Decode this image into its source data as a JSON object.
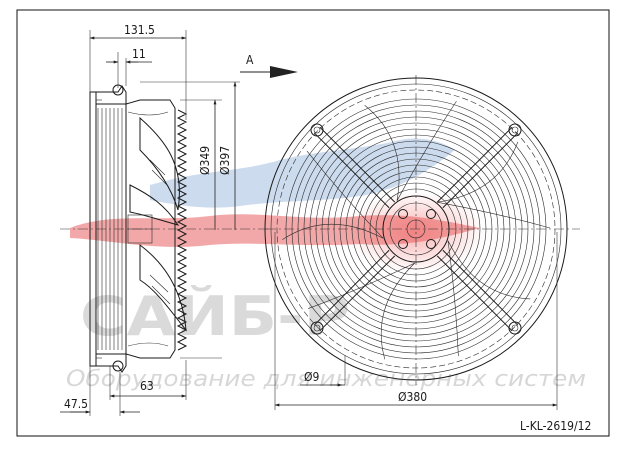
{
  "drawing": {
    "code": "L-KL-2619/12",
    "view_label": "A",
    "dimensions": {
      "overall_depth": "131.5",
      "flange_offset": "11",
      "impeller_diameter": "Ø349",
      "ring_diameter": "Ø397",
      "guard_diameter": "Ø380",
      "hole_diameter": "Ø9",
      "motor_depth": "63",
      "foot_depth": "47.5"
    }
  },
  "watermark": {
    "brand": "САЙБ-Р",
    "tagline": "Оборудование для инженерных систем"
  },
  "colors": {
    "line": "#1a1a1a",
    "watermark_red": "#e05050",
    "watermark_blue": "#7f9fc8",
    "watermark_gray": "#bdbdbd"
  }
}
